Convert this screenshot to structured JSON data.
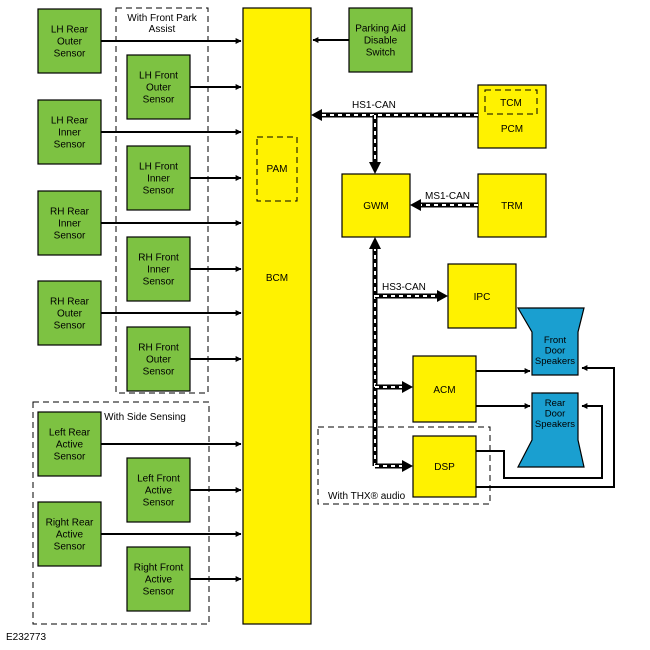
{
  "figure_id": "E232773",
  "groups": {
    "front_park_assist": "With Front  Park\nAssist",
    "side_sensing": "With Side Sensing",
    "thx_audio": "With THX® audio"
  },
  "modules": {
    "bcm": "BCM",
    "pam": "PAM",
    "gwm": "GWM",
    "pcm": "PCM",
    "tcm": "TCM",
    "trm": "TRM",
    "ipc": "IPC",
    "acm": "ACM",
    "dsp": "DSP",
    "parking_aid_switch": "Parking Aid\nDisable\nSwitch"
  },
  "sensors": {
    "lh_rear_outer": "LH Rear\nOuter\nSensor",
    "lh_front_outer": "LH Front\nOuter\nSensor",
    "lh_rear_inner": "LH Rear\nInner\nSensor",
    "lh_front_inner": "LH Front\nInner\nSensor",
    "rh_rear_inner": "RH Rear\nInner\nSensor",
    "rh_front_inner": "RH Front\nInner\nSensor",
    "rh_rear_outer": "RH Rear\nOuter\nSensor",
    "rh_front_outer": "RH Front\nOuter\nSensor",
    "left_rear_active": "Left Rear\nActive\nSensor",
    "left_front_active": "Left Front\nActive\nSensor",
    "right_rear_active": "Right Rear\nActive\nSensor",
    "right_front_active": "Right Front\nActive\nSensor"
  },
  "speakers": {
    "front_door": "Front\nDoor\nSpeakers",
    "rear_door": "Rear\nDoor\nSpeakers"
  },
  "buses": {
    "hs1": "HS1-CAN",
    "ms1": "MS1-CAN",
    "hs3": "HS3-CAN"
  }
}
